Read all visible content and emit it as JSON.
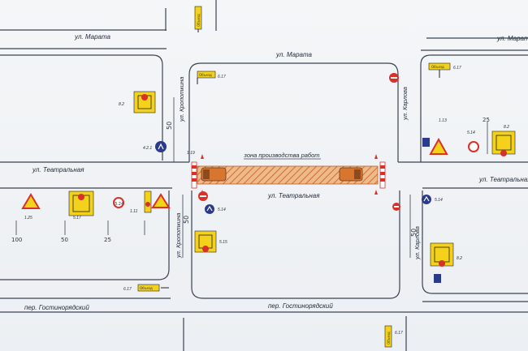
{
  "streets": {
    "marata_left": "ул. Марата",
    "marata_center": "ул. Марата",
    "marata_right": "ул. Марата",
    "teatralnaya_left": "ул. Театральная",
    "teatralnaya_center": "ул. Театральная",
    "teatralnaya_right": "ул. Театральная",
    "kropotkina_upper": "ул. Кропоткина",
    "kropotkina_lower": "ул. Кропоткина",
    "karlova_upper": "ул. Карлова",
    "karlova_lower": "ул. Карлова",
    "gostinoryadsky_left": "пер. Гостинорядский",
    "gostinoryadsky_center": "пер. Гостинорядский"
  },
  "work_zone": {
    "label": "зона производства работ"
  },
  "distances": {
    "d50_upper": "50",
    "d50_lower": "50",
    "d50_karlova": "50",
    "d25_right": "25",
    "d100": "100",
    "d50_left": "50",
    "d25_left": "25"
  },
  "sign_codes": {
    "s1_19": "1.19",
    "s5_14_a": "5.14",
    "s5_14_b": "5.14",
    "s5_14_c": "5.14",
    "s8_2_a": "8.2",
    "s8_2_b": "8.2",
    "s8_2_c": "8.2",
    "s4_2_1": "4.2.1",
    "s1_25": "1.25",
    "s3_24": "3.24",
    "s1_11": "1.11",
    "s5_17": "5.17",
    "s5_15": "5.15",
    "s1_13": "1.13",
    "s6_17_a": "6.17",
    "s6_17_b": "6.17",
    "s6_17_c": "6.17",
    "s6_17_d": "6.17"
  },
  "sign_text": {
    "detour": "Объезд"
  },
  "colors": {
    "road_line": "#3a4352",
    "sign_yellow": "#f4d21c",
    "sign_red": "#d9302a",
    "sign_blue": "#2a3b8c",
    "work_zone": "#e29a55"
  }
}
